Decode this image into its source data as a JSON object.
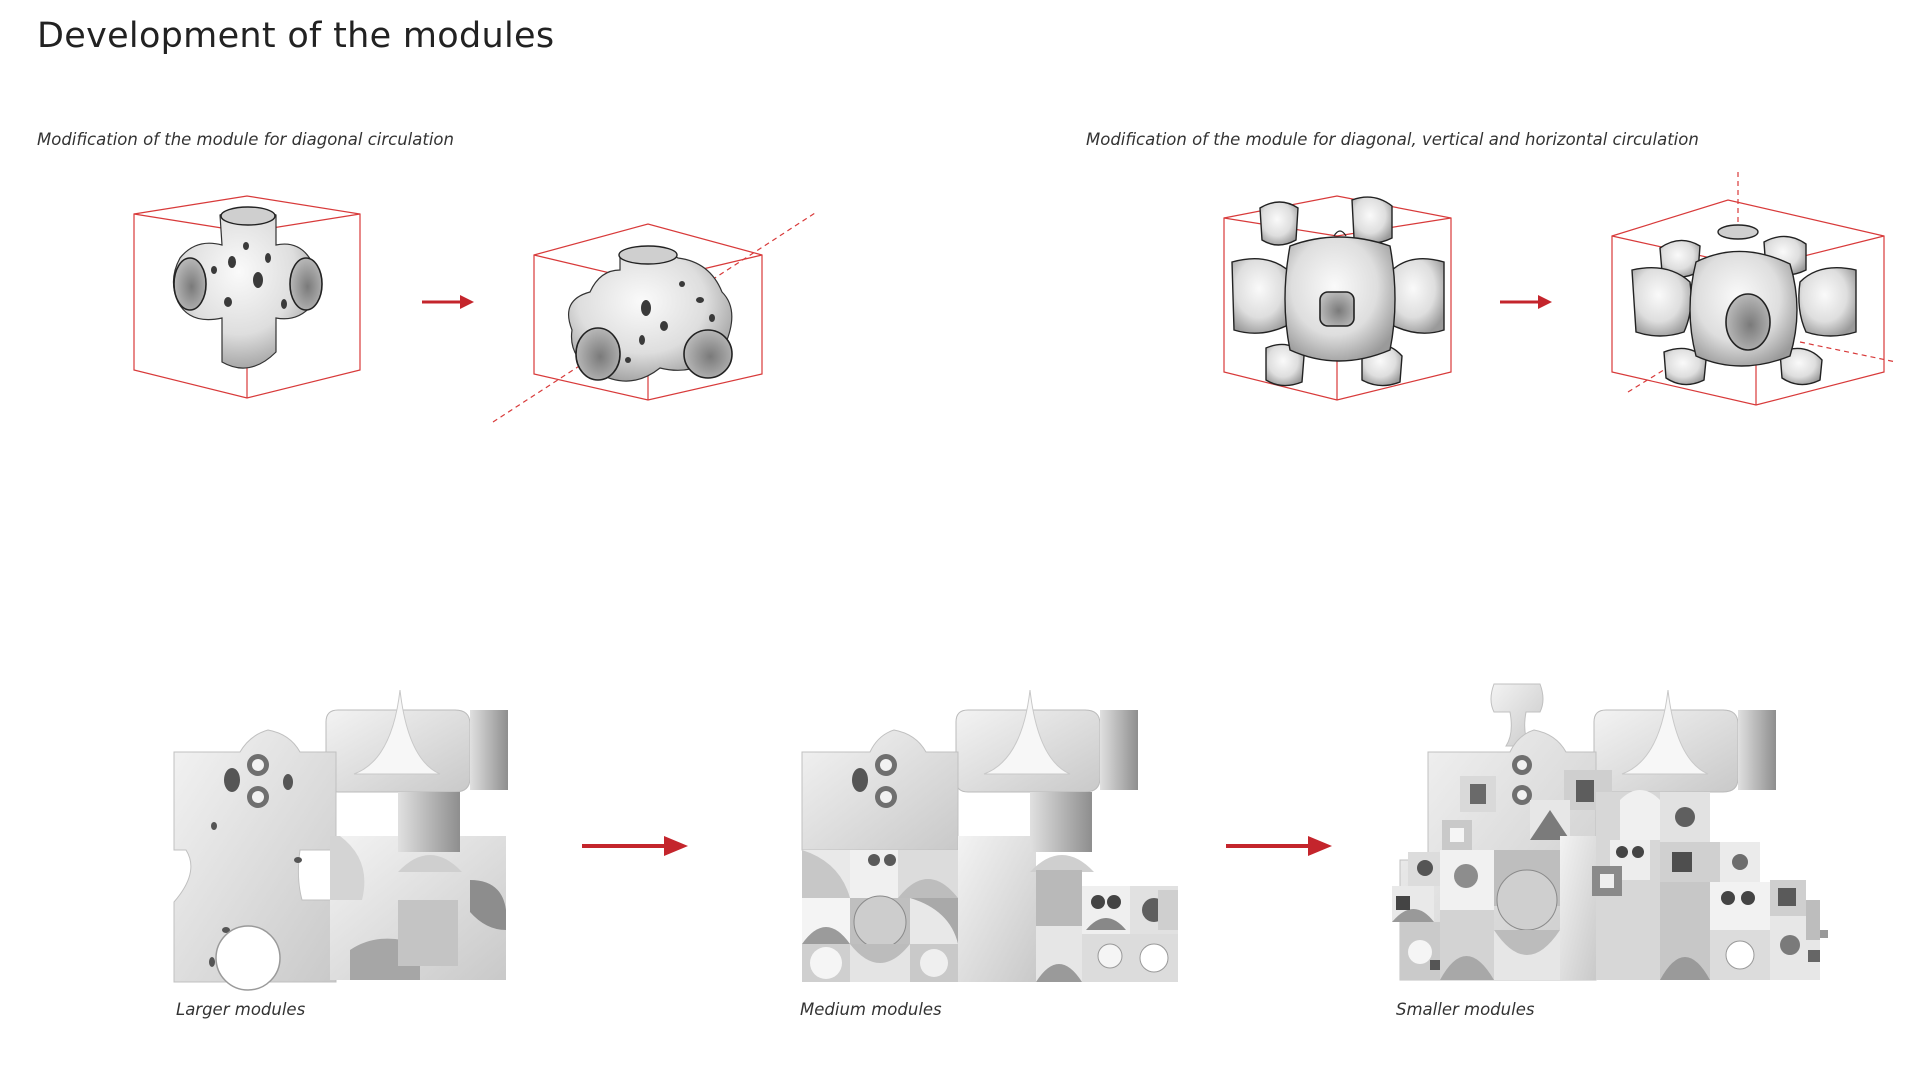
{
  "page": {
    "title": "Development of the modules"
  },
  "colors": {
    "accent_red": "#c4252c",
    "box_line": "#d83a3a",
    "module_fill": "#e4e4e4",
    "module_shadow": "#8c8c8c",
    "module_dark": "#5a5a5a"
  },
  "top_left": {
    "caption": "Modification of the module for diagonal circulation"
  },
  "top_right": {
    "caption": "Modification of the module for diagonal, vertical and horizontal circulation"
  },
  "bottom": {
    "labels": [
      "Larger modules",
      "Medium modules",
      "Smaller modules"
    ]
  }
}
